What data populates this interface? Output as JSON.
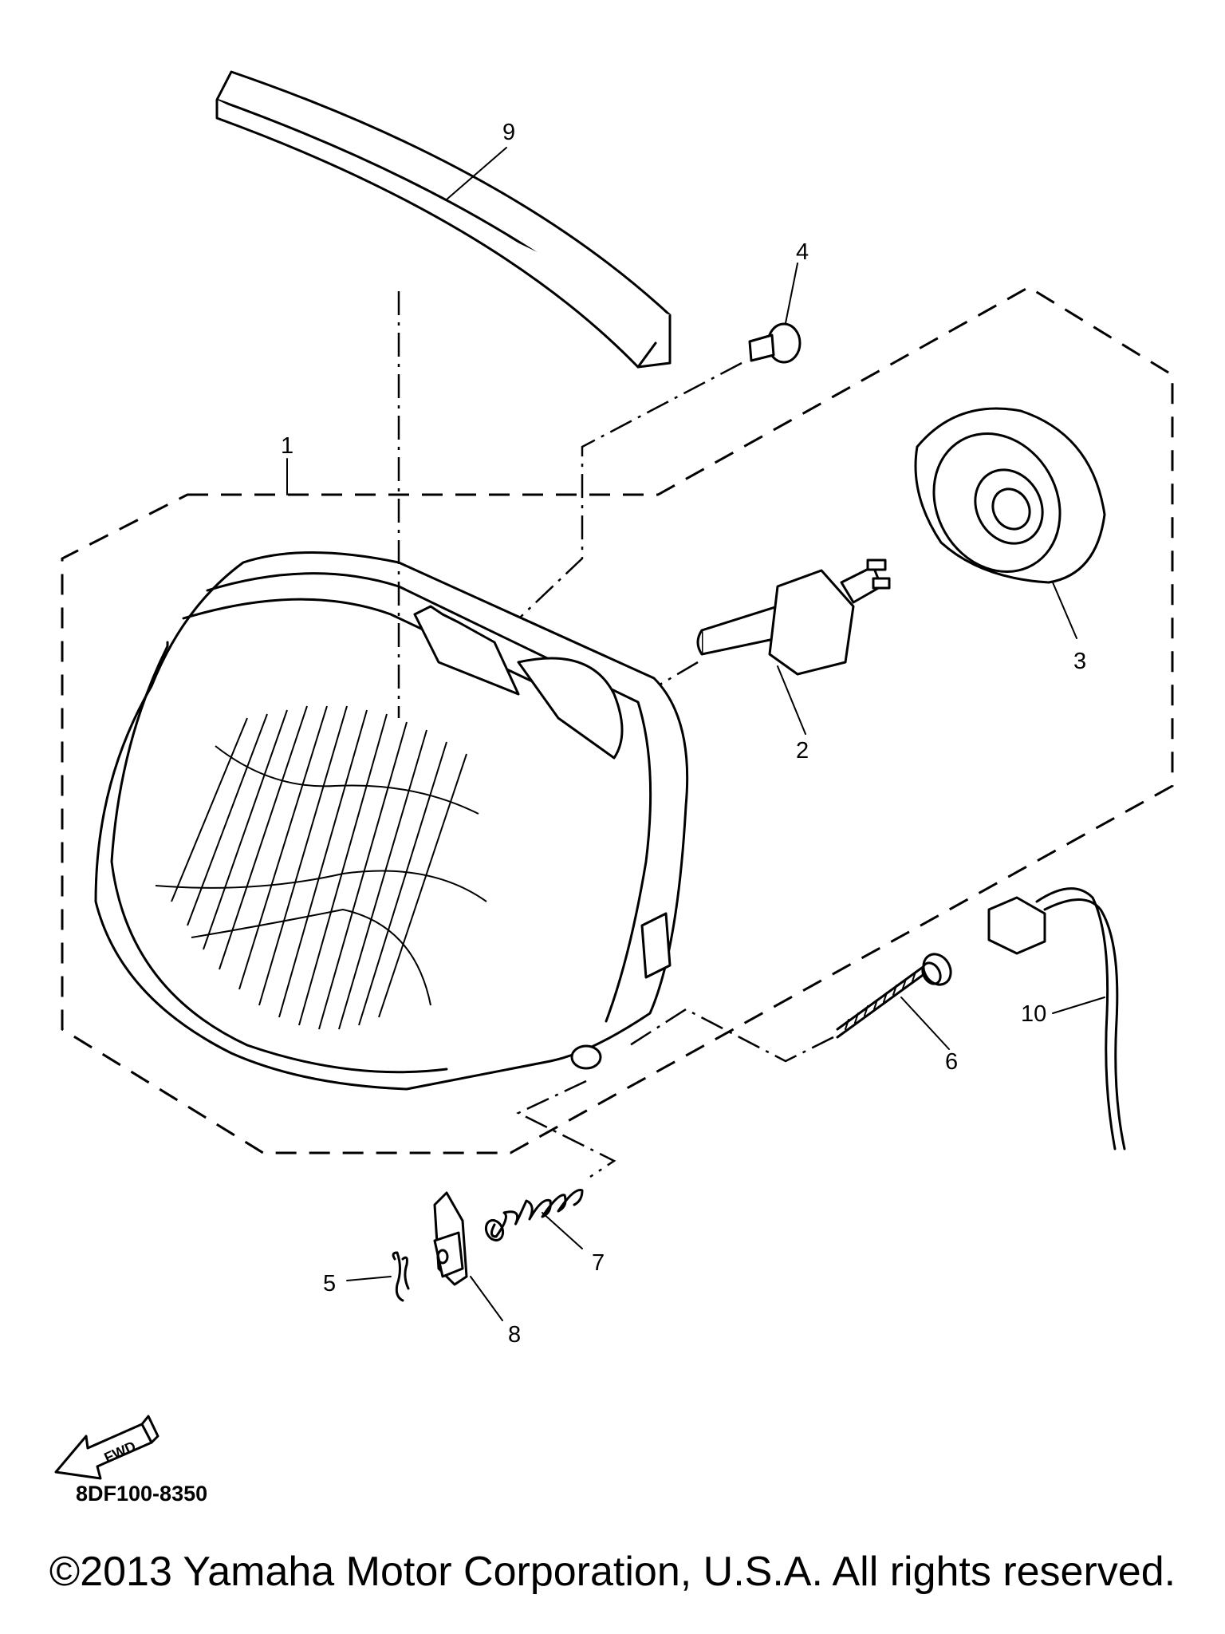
{
  "diagram": {
    "callouts": [
      "1",
      "2",
      "3",
      "4",
      "5",
      "6",
      "7",
      "8",
      "9",
      "10"
    ],
    "fwd_label": "FWD",
    "diagram_code": "8DF100-8350"
  },
  "footer": {
    "copyright": "©2013 Yamaha Motor Corporation, U.S.A. All rights reserved."
  }
}
